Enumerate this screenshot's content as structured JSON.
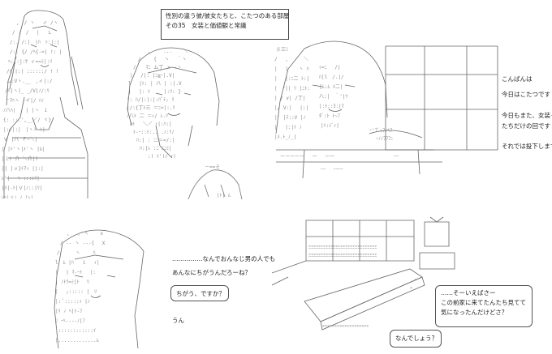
{
  "title": {
    "line1": "性別の違う彼/彼女たちと、こたつのある部屋",
    "line2": "その35　女装と価値観と常識"
  },
  "narration": {
    "l1": "こんばんは",
    "l2": "今日はこたつです",
    "l3": "今日もまた、女装っ娘",
    "l4": "たちだけの回です",
    "l5": "それでは投下します"
  },
  "dialogue_left": {
    "l1": "……………なんでおんなじ男の人でも",
    "l2": "あんなにちがうんだろーね？",
    "bubble": "ちがう、ですか？",
    "reply": "うん"
  },
  "dialogue_right": {
    "l1": "……そーいえばさー",
    "l2": "この前家に来てたんたち見てて",
    "l3": "気になったんだけどさ？",
    "bubble": "なんでしょう？"
  }
}
